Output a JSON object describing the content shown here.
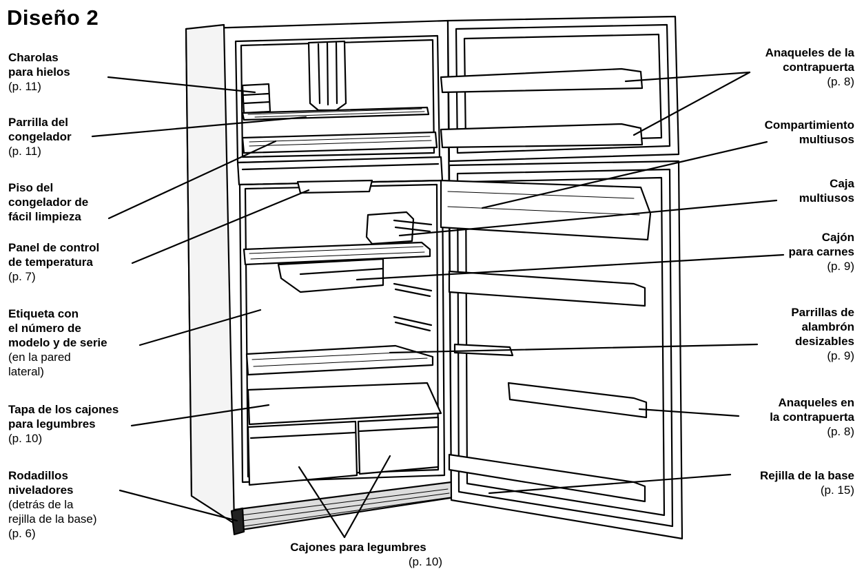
{
  "title": "Diseño 2",
  "labels": {
    "ice_trays": {
      "l1": "Charolas",
      "l2": "para hielos",
      "p": "(p. 11)"
    },
    "freezer_shelf": {
      "l1": "Parrilla del",
      "l2": "congelador",
      "p": "(p. 11)"
    },
    "freezer_floor": {
      "l1": "Piso del",
      "l2": "congelador de",
      "l3": "fácil limpieza"
    },
    "temp_panel": {
      "l1": "Panel de control",
      "l2": "de temperatura",
      "p": "(p. 7)"
    },
    "serial_label": {
      "l1": "Etiqueta con",
      "l2": "el número de",
      "l3": "modelo y de serie",
      "n1": "(en la pared",
      "n2": "lateral)"
    },
    "crisper_cover": {
      "l1": "Tapa de los cajones",
      "l2": "para legumbres",
      "p": "(p. 10)"
    },
    "rollers": {
      "l1": "Rodadillos",
      "l2": "niveladores",
      "n1": "(detrás de la",
      "n2": "rejilla de la base)",
      "p": "(p. 6)"
    },
    "door_shelves_top": {
      "l1": "Anaqueles de la",
      "l2": "contrapuerta",
      "p": "(p. 8)"
    },
    "utility_compartment": {
      "l1": "Compartimiento",
      "l2": "multiusos"
    },
    "utility_bin": {
      "l1": "Caja",
      "l2": "multiusos"
    },
    "meat_drawer": {
      "l1": "Cajón",
      "l2": "para carnes",
      "p": "(p. 9)"
    },
    "wire_shelves": {
      "l1": "Parrillas de",
      "l2": "alambrón",
      "l3": "desizables",
      "p": "(p. 9)"
    },
    "door_shelves_bottom": {
      "l1": "Anaqueles en",
      "l2": "la contrapuerta",
      "p": "(p. 8)"
    },
    "base_grille": {
      "l1": "Rejilla de la base",
      "p": "(p. 15)"
    },
    "crisper_drawers": {
      "l1": "Cajones para legumbres",
      "p": "(p. 10)"
    }
  }
}
